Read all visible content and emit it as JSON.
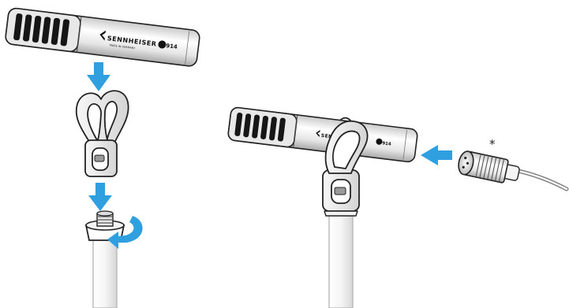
{
  "mic_left": {
    "brand": "SENNHEISER",
    "tagline": "MADE IN GERMANY",
    "model": "914"
  },
  "mic_right": {
    "brand": "SENNHEISER",
    "model": "914"
  },
  "cable_footnote": "*",
  "colors": {
    "arrow": "#2f9fe0",
    "outline": "#222222",
    "body": "#f2f2f2",
    "shade": "#cfcfcf",
    "grille": "#161616",
    "stand": "#b8b8b8"
  }
}
